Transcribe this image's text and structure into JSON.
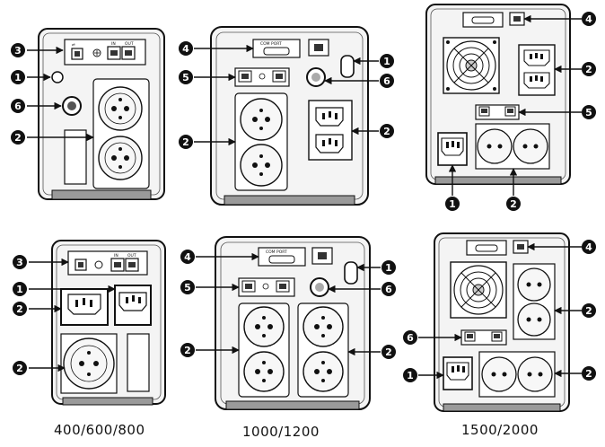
{
  "captions": {
    "small": "400/600/800",
    "medium": "1000/1200",
    "large": "1500/2000"
  },
  "port_labels": {
    "com_port": "COM PORT",
    "in": "IN",
    "out": "OUT"
  },
  "markers": {
    "one": "1",
    "two": "2",
    "three": "3",
    "four": "4",
    "five": "5",
    "six": "6"
  },
  "colors": {
    "ink": "#111111",
    "case_fill": "#f4f4f4",
    "panel_fill": "#ffffff",
    "shade": "#9a9a9a",
    "marker_fill": "#111111"
  },
  "icons": [
    "usb-icon",
    "fan-grille-icon",
    "schuko-socket-icon",
    "iec-socket-icon",
    "rj45-port-icon",
    "fuse-icon",
    "power-switch-icon"
  ]
}
